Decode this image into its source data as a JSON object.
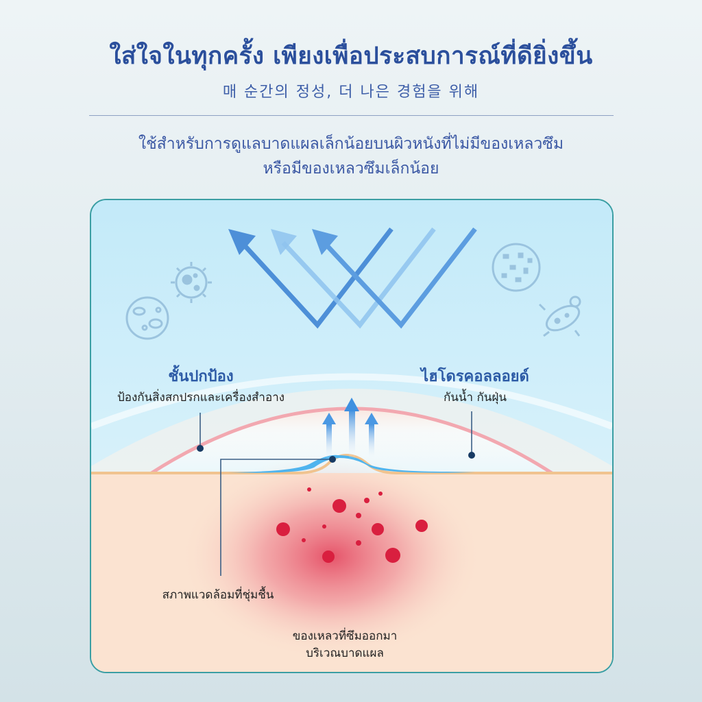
{
  "header": {
    "title": "ใส่ใจในทุกครั้ง เพียงเพื่อประสบการณ์ที่ดียิ่งขึ้น",
    "subtitle": "매 순간의 정성, 더 나은 경험을 위해",
    "description_line1": "ใช้สำหรับการดูแลบาดแผลเล็กน้อยบนผิวหนังที่ไม่มีของเหลวซึม",
    "description_line2": "หรือมีของเหลวซึมเล็กน้อย"
  },
  "diagram": {
    "protective_layer": {
      "title": "ชั้นปกป้อง",
      "caption": "ป้องกันสิ่งสกปรกและเครื่องสำอาง"
    },
    "hydrocolloid": {
      "title": "ไฮโดรคอลลอยด์",
      "caption": "กันน้ำ กันฝุ่น"
    },
    "moist_environment": "สภาพแวดล้อมที่ชุ่มชื้น",
    "exudate_line1": "ของเหลวที่ซึมออกมา",
    "exudate_line2": "บริเวณบาดแผล",
    "icons": [
      "bacteria-icon",
      "germ-icon",
      "microbe-icon",
      "bacillus-icon",
      "deflection-arrows-icon",
      "moisture-up-arrows-icon"
    ],
    "colors": {
      "title": "#2b4f9c",
      "panel_border": "#3a9ea3",
      "sky": "#c9ecf8",
      "skin": "#fbe3d1",
      "wound": "#e02a4a",
      "membrane": "#f2a8b0",
      "hydrocolloid": "#4fb4ee"
    }
  }
}
